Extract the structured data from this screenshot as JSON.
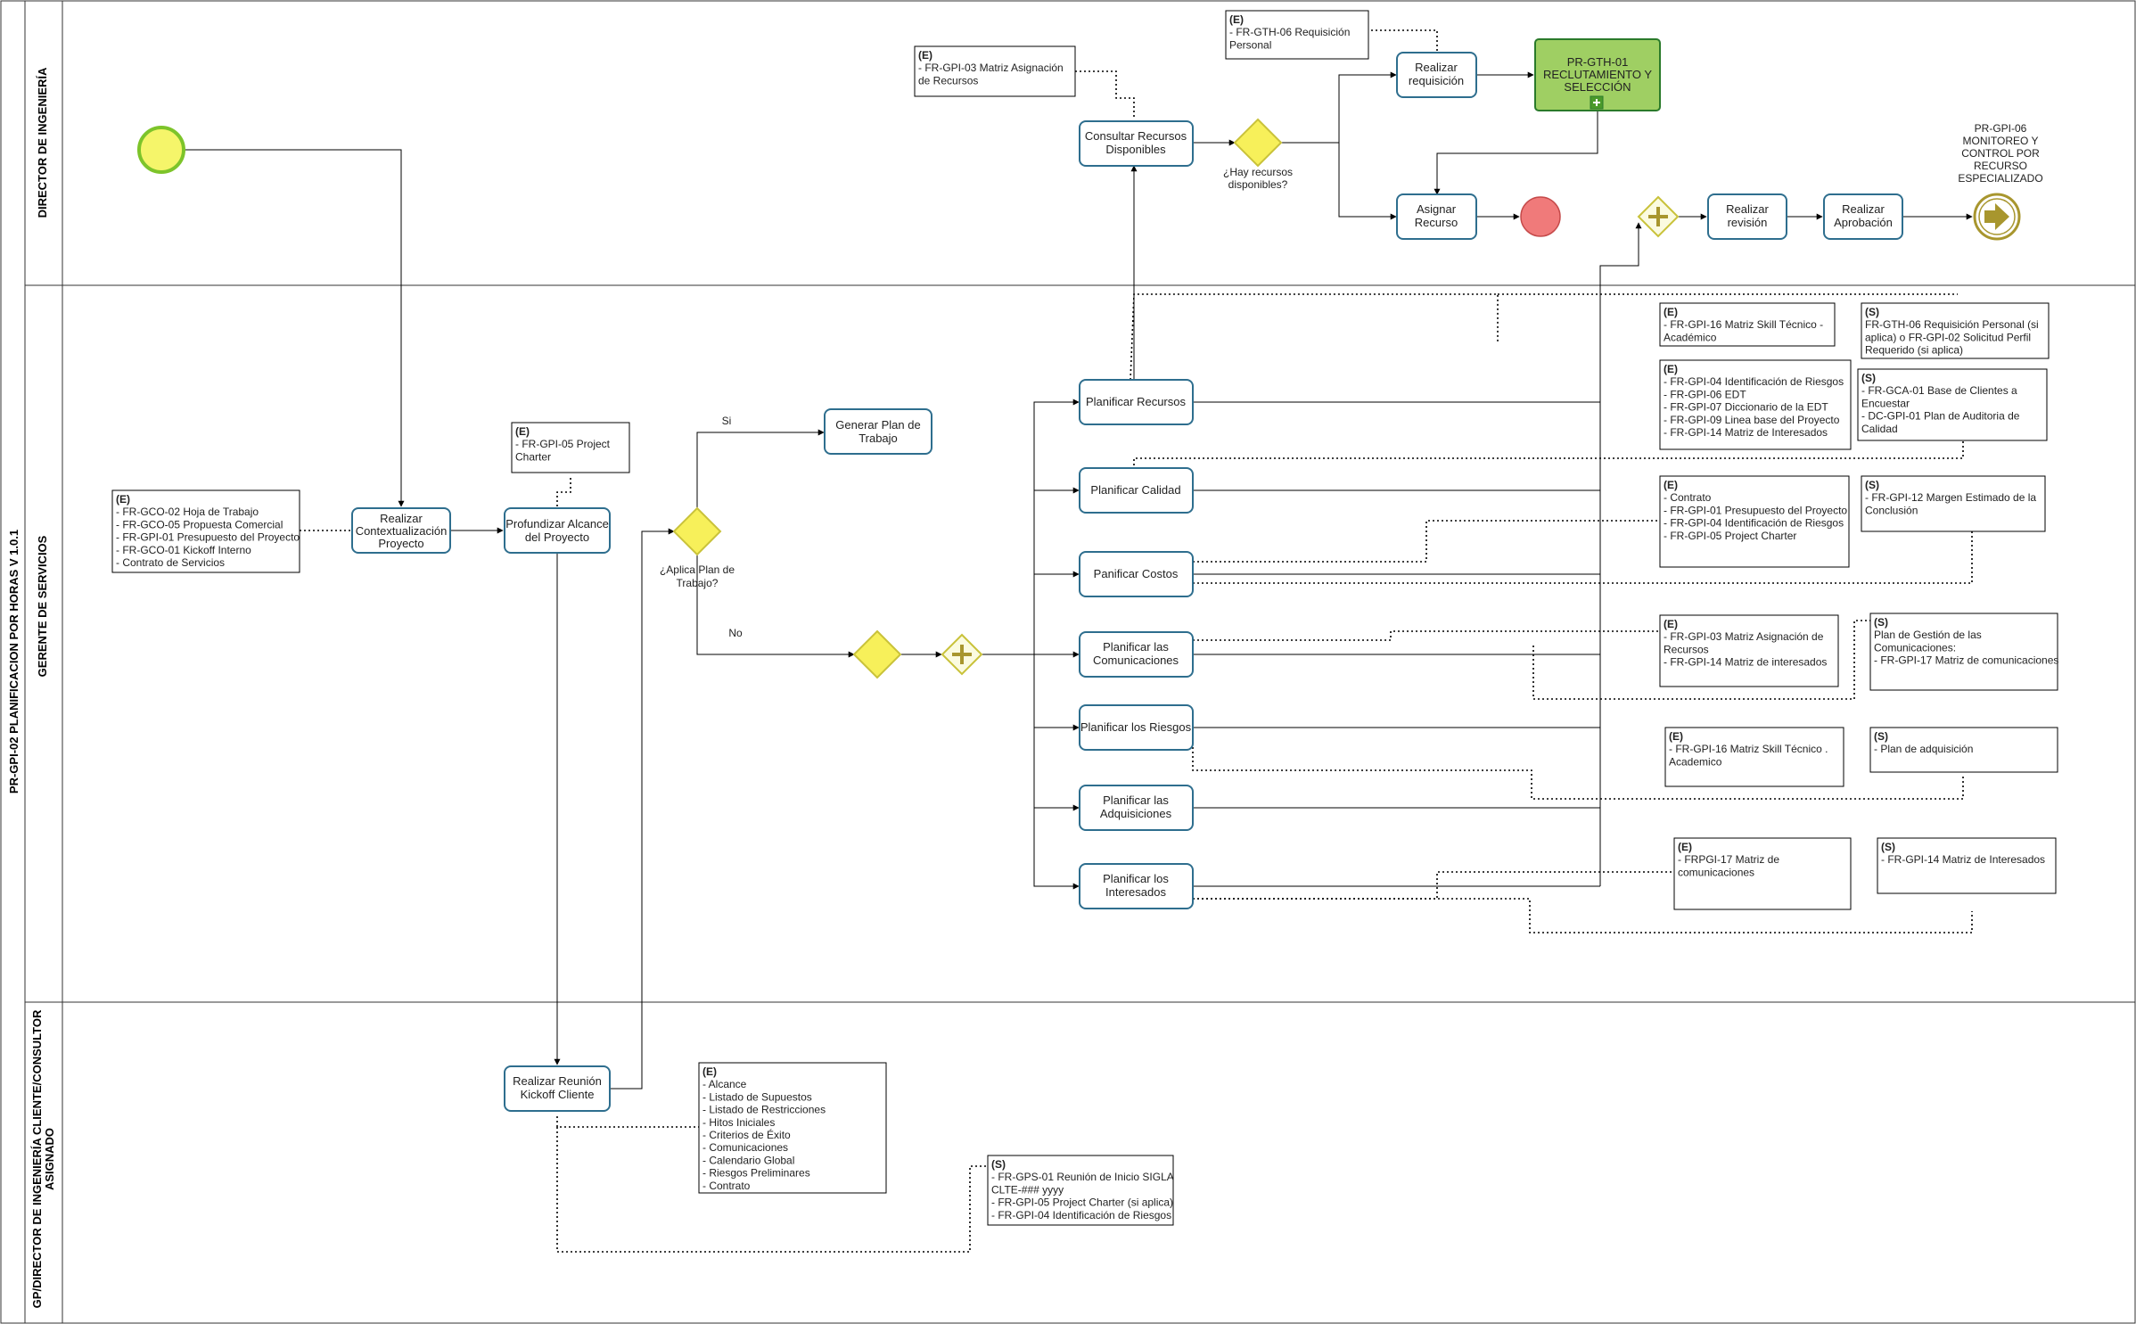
{
  "pool": {
    "title": "PR-GPI-02 PLANIFICACION POR HORAS V 1.0.1"
  },
  "lanes": [
    {
      "id": "lane-director",
      "label": "DIRECTOR DE INGENIERÍA"
    },
    {
      "id": "lane-gerente",
      "label": "GERENTE DE SERVICIOS"
    },
    {
      "id": "lane-gp",
      "label_line1": "GP/DIRECTOR DE INGENIERÍA CLIENTE/CONSULTOR",
      "label_line2": "ASIGNADO"
    }
  ],
  "tasks": {
    "contextualizacion": [
      "Realizar",
      "Contextualización",
      "Proyecto"
    ],
    "profundizar": [
      "Profundizar Alcance",
      "del Proyecto"
    ],
    "reunion": [
      "Realizar Reunión",
      "Kickoff Cliente"
    ],
    "generar_plan": [
      "Generar Plan de",
      "Trabajo"
    ],
    "recursos": [
      "Planificar Recursos"
    ],
    "calidad": [
      "Planificar Calidad"
    ],
    "costos": [
      "Panificar Costos"
    ],
    "comunicaciones": [
      "Planificar las",
      "Comunicaciones"
    ],
    "riesgos": [
      "Planificar los Riesgos"
    ],
    "adquisiciones": [
      "Planificar las",
      "Adquisiciones"
    ],
    "interesados": [
      "Planificar los",
      "Interesados"
    ],
    "consultar": [
      "Consultar Recursos",
      "Disponibles"
    ],
    "requisicion": [
      "Realizar",
      "requisición"
    ],
    "asignar": [
      "Asignar",
      "Recurso"
    ],
    "revision": [
      "Realizar",
      "revisión"
    ],
    "aprobacion": [
      "Realizar",
      "Aprobación"
    ]
  },
  "subprocess": [
    "PR-GTH-01",
    "RECLUTAMIENTO Y",
    "SELECCIÓN"
  ],
  "end_link_label": [
    "PR-GPI-06",
    "MONITOREO Y",
    "CONTROL POR",
    "RECURSO",
    "ESPECIALIZADO"
  ],
  "gateways": {
    "aplica_plan": [
      "¿Aplica Plan de",
      "Trabajo?"
    ],
    "hay_recursos": [
      "¿Hay recursos",
      "disponibles?"
    ],
    "si": "Si",
    "no": "No"
  },
  "notes": {
    "n_gco": [
      "(E)",
      "- FR-GCO-02 Hoja de Trabajo",
      "- FR-GCO-05 Propuesta Comercial",
      "- FR-GPI-01 Presupuesto del Proyecto",
      "- FR-GCO-01 Kickoff Interno",
      "- Contrato de Servicios"
    ],
    "n_charter": [
      "(E)",
      "- FR-GPI-05 Project",
      "Charter"
    ],
    "n_kickoff_e": [
      "(E)",
      "- Alcance",
      "- Listado de Supuestos",
      "- Listado de Restricciones",
      "- Hitos Iniciales",
      "- Criterios de Éxito",
      "- Comunicaciones",
      "- Calendario Global",
      "- Riesgos Preliminares",
      "- Contrato"
    ],
    "n_kickoff_s": [
      "(S)",
      "- FR-GPS-01 Reunión de Inicio SIGLA",
      "CLTE-### yyyy",
      "- FR-GPI-05 Project Charter (si aplica)",
      "- FR-GPI-04 Identificación de Riesgos"
    ],
    "n_matriz_asig": [
      "(E)",
      "- FR-GPI-03 Matriz Asignación",
      "de Recursos"
    ],
    "n_req_personal": [
      "(E)",
      "- FR-GTH-06 Requisición",
      "Personal"
    ],
    "n_skill_e1": [
      "(E)",
      "- FR-GPI-16 Matriz Skill Técnico -",
      "Académico"
    ],
    "n_gth_s": [
      "(S)",
      "FR-GTH-06 Requisición Personal (si",
      "aplica) o FR-GPI-02 Solicitud Perfil",
      "Requerido (si aplica)"
    ],
    "n_calidad_e": [
      "(E)",
      "- FR-GPI-04 Identificación de Riesgos",
      "- FR-GPI-06 EDT",
      "- FR-GPI-07 Diccionario de la EDT",
      "- FR-GPI-09 Linea base del Proyecto",
      "- FR-GPI-14 Matriz de Interesados"
    ],
    "n_calidad_s": [
      "(S)",
      "- FR-GCA-01 Base de Clientes a",
      "Encuestar",
      "- DC-GPI-01 Plan de Auditoria de",
      "Calidad"
    ],
    "n_costos_e": [
      "(E)",
      "- Contrato",
      "- FR-GPI-01 Presupuesto del Proyecto",
      "- FR-GPI-04 Identificación de Riesgos",
      "- FR-GPI-05 Project Charter"
    ],
    "n_costos_s": [
      "(S)",
      "- FR-GPI-12 Margen Estimado de la",
      "Conclusión"
    ],
    "n_com_e": [
      "(E)",
      "- FR-GPI-03 Matriz Asignación de",
      "Recursos",
      "- FR-GPI-14 Matriz de interesados"
    ],
    "n_com_s": [
      "(S)",
      "Plan de Gestión de las",
      "Comunicaciones:",
      "- FR-GPI-17 Matriz de comunicaciones"
    ],
    "n_riesgos_e": [
      "(E)",
      "- FR-GPI-16 Matriz Skill Técnico .",
      "Academico"
    ],
    "n_adq_s": [
      "(S)",
      "- Plan de adquisición"
    ],
    "n_int_e": [
      "(E)",
      "- FRPGI-17 Matriz de",
      "comunicaciones"
    ],
    "n_int_s": [
      "(S)",
      "- FR-GPI-14 Matriz de Interesados"
    ]
  },
  "colors": {
    "task_stroke": "#2e6e8e",
    "start_fill": "#f5f56a",
    "start_stroke": "#7dc42a",
    "gateway_fill": "#f7f05a",
    "gateway_stroke": "#c9c23a",
    "subprocess_fill": "#9fcf63",
    "subprocess_stroke": "#2a7a2a",
    "end_fill": "#f07a7a",
    "link_stroke": "#a8962e"
  }
}
